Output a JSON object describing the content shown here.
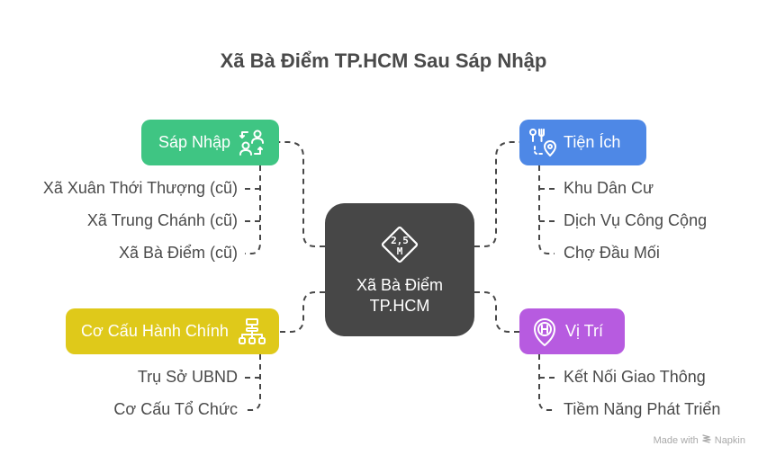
{
  "title": "Xã Bà Điểm TP.HCM Sau Sáp Nhập",
  "center": {
    "label_line1": "Xã Bà Điểm",
    "label_line2": "TP.HCM",
    "icon": "road-sign-2.5m-icon",
    "icon_text_top": "2,5",
    "icon_text_bottom": "M",
    "color": "#474747"
  },
  "branches": {
    "merge": {
      "label": "Sáp Nhập",
      "icon": "people-exchange-icon",
      "color": "#3fc583",
      "items": [
        "Xã Xuân Thới Thượng (cũ)",
        "Xã Trung Chánh (cũ)",
        "Xã Bà Điểm (cũ)"
      ]
    },
    "amenities": {
      "label": "Tiện Ích",
      "icon": "dining-location-icon",
      "color": "#4e88e6",
      "items": [
        "Khu Dân Cư",
        "Dịch Vụ Công Cộng",
        "Chợ Đầu Mối"
      ]
    },
    "admin": {
      "label": "Cơ Cấu Hành Chính",
      "icon": "org-chart-icon",
      "color": "#dfc91a",
      "items": [
        "Trụ Sở UBND",
        "Cơ Cấu Tổ Chức"
      ]
    },
    "location": {
      "label": "Vị Trí",
      "icon": "hospital-pin-icon",
      "color": "#b75be0",
      "items": [
        "Kết Nối Giao Thông",
        "Tiềm Năng Phát Triển"
      ]
    }
  },
  "footer": {
    "made_with": "Made with",
    "brand": "Napkin"
  }
}
